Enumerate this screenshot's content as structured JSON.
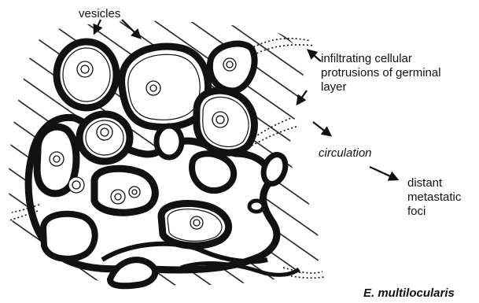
{
  "labels": {
    "vesicles": "vesicles",
    "infiltrating": [
      "infiltrating cellular",
      "protrusions of germinal",
      "layer"
    ],
    "circulation": "circulation",
    "distant": [
      "distant",
      "metastatic",
      "foci"
    ],
    "species": "E. multilocularis"
  },
  "icons": [
    "arrow-icon"
  ],
  "colors": {
    "ink": "#111111",
    "paper": "#ffffff"
  }
}
